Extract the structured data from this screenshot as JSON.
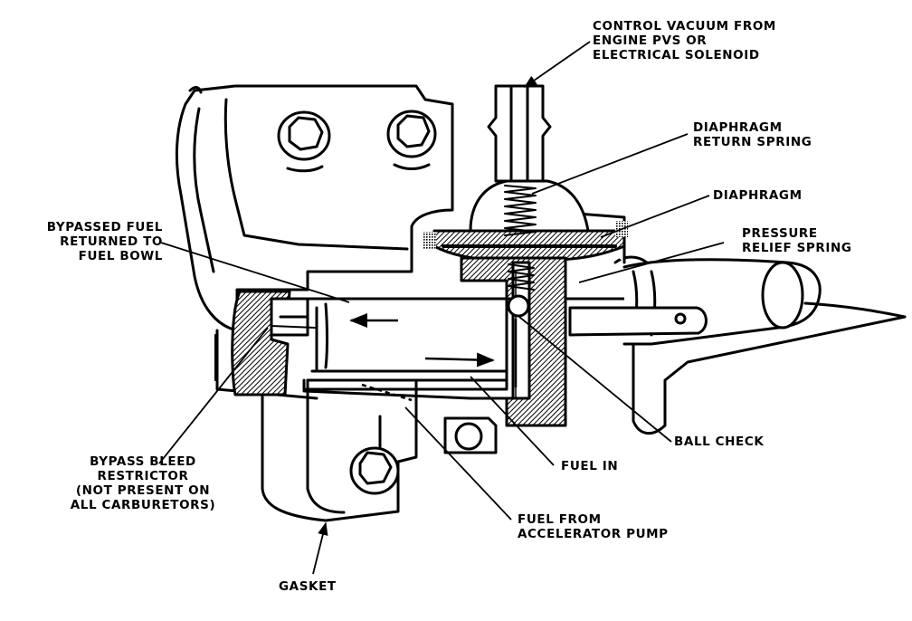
{
  "labels": {
    "control_vacuum": [
      "CONTROL VACUUM FROM",
      "ENGINE PVS OR",
      "ELECTRICAL SOLENOID"
    ],
    "diaphragm_return_spring": [
      "DIAPHRAGM",
      "RETURN SPRING"
    ],
    "diaphragm": [
      "DIAPHRAGM"
    ],
    "pressure_relief_spring": [
      "PRESSURE",
      "RELIEF SPRING"
    ],
    "bypassed_fuel": [
      "BYPASSED FUEL",
      "RETURNED TO",
      "FUEL BOWL"
    ],
    "ball_check": [
      "BALL CHECK"
    ],
    "fuel_in": [
      "FUEL IN"
    ],
    "fuel_from_pump": [
      "FUEL FROM",
      "ACCELERATOR PUMP"
    ],
    "bypass_bleed": [
      "BYPASS BLEED",
      "RESTRICTOR",
      "(NOT PRESENT ON",
      "ALL CARBURETORS)"
    ],
    "gasket": [
      "GASKET"
    ]
  },
  "colors": {
    "ink": "#000000",
    "paper": "#ffffff",
    "hatch": "#555555"
  }
}
